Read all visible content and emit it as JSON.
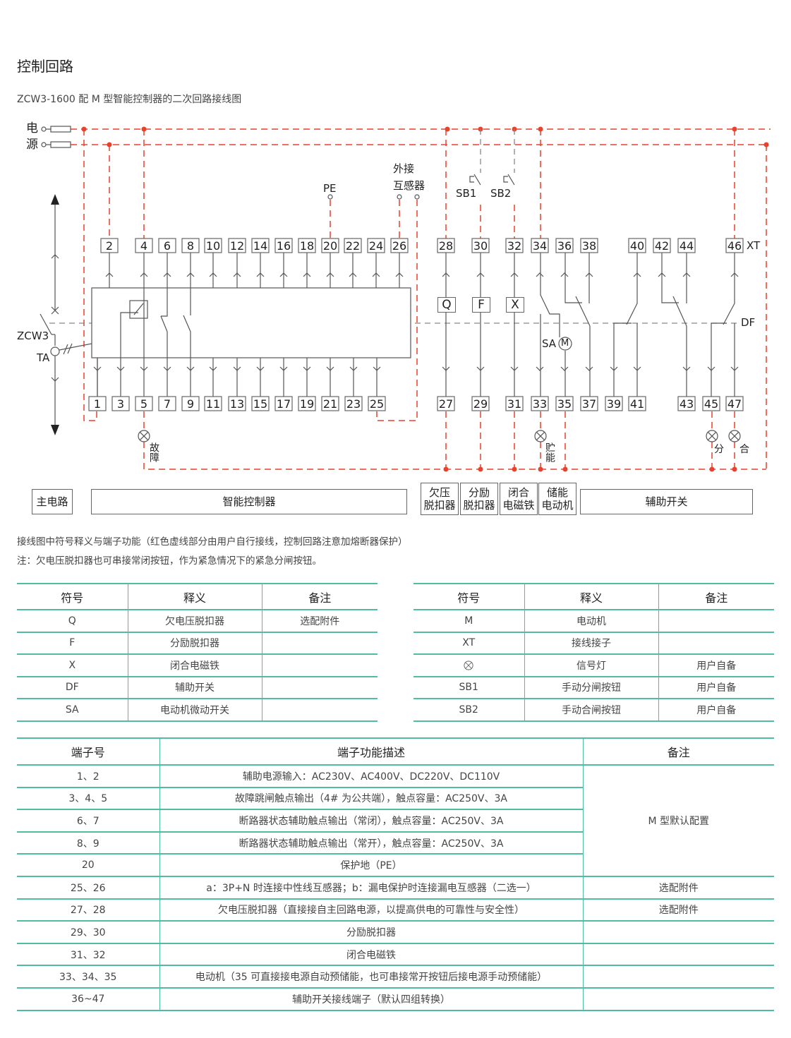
{
  "header": {
    "title": "控制回路",
    "subtitle": "ZCW3-1600 配 M 型智能控制器的二次回路接线图"
  },
  "diagram": {
    "power_label_1": "电",
    "power_label_2": "源",
    "external_ct_label_1": "外接",
    "external_ct_label_2": "互感器",
    "pe_label": "PE",
    "sb1_label": "SB1",
    "sb2_label": "SB2",
    "q_label": "Q",
    "f_label": "F",
    "x_label": "X",
    "sa_label": "SA",
    "m_label": "M",
    "zcw3_label": "ZCW3",
    "ta_label": "TA",
    "df_label": "DF",
    "xt_label": "XT",
    "fault_lamp_label": "故障",
    "storage_lamp_label": "贮能",
    "open_lamp_label": "分",
    "close_lamp_label": "合",
    "top_terminals": [
      "2",
      "4",
      "6",
      "8",
      "10",
      "12",
      "14",
      "16",
      "18",
      "20",
      "22",
      "24",
      "26",
      "28",
      "30",
      "32",
      "34",
      "36",
      "38",
      "40",
      "42",
      "44",
      "46"
    ],
    "bottom_terminals": [
      "1",
      "3",
      "5",
      "7",
      "9",
      "11",
      "13",
      "15",
      "17",
      "19",
      "21",
      "23",
      "25",
      "27",
      "29",
      "31",
      "33",
      "35",
      "37",
      "39",
      "41",
      "43",
      "45",
      "47"
    ],
    "sections": {
      "main_circuit": "主电路",
      "controller": "智能控制器",
      "undervoltage_1": "欠压",
      "undervoltage_2": "脱扣器",
      "shunt_1": "分励",
      "shunt_2": "脱扣器",
      "closing_1": "闭合",
      "closing_2": "电磁铁",
      "motor_1": "储能",
      "motor_2": "电动机",
      "aux_switch": "辅助开关"
    },
    "colors": {
      "user_wiring": "#e8412c",
      "wire": "#555555",
      "table_rule": "#52bba3"
    }
  },
  "notes": {
    "line1": "接线图中符号释义与端子功能（红色虚线部分由用户自行接线，控制回路注意加熔断器保护）",
    "line2": "注：欠电压脱扣器也可串接常闭按钮，作为紧急情况下的紧急分闸按钮。"
  },
  "symbol_table_left": {
    "headers": [
      "符号",
      "释义",
      "备注"
    ],
    "rows": [
      [
        "Q",
        "欠电压脱扣器",
        "选配附件"
      ],
      [
        "F",
        "分励脱扣器",
        ""
      ],
      [
        "X",
        "闭合电磁铁",
        ""
      ],
      [
        "DF",
        "辅助开关",
        ""
      ],
      [
        "SA",
        "电动机微动开关",
        ""
      ]
    ]
  },
  "symbol_table_right": {
    "headers": [
      "符号",
      "释义",
      "备注"
    ],
    "rows": [
      [
        "M",
        "电动机",
        ""
      ],
      [
        "XT",
        "接线接子",
        ""
      ],
      [
        "lamp-icon",
        "信号灯",
        "用户自备"
      ],
      [
        "SB1",
        "手动分闸按钮",
        "用户自备"
      ],
      [
        "SB2",
        "手动合闸按钮",
        "用户自备"
      ]
    ]
  },
  "terminal_table": {
    "headers": [
      "端子号",
      "端子功能描述",
      "备注"
    ],
    "rows": [
      [
        "1、2",
        "辅助电源输入：AC230V、AC400V、DC220V、DC110V"
      ],
      [
        "3、4、5",
        "故障跳闸触点输出（4# 为公共端），触点容量：AC250V、3A"
      ],
      [
        "6、7",
        "断路器状态辅助触点输出（常闭），触点容量：AC250V、3A"
      ],
      [
        "8、9",
        "断路器状态辅助触点输出（常开），触点容量：AC250V、3A"
      ],
      [
        "20",
        "保护地（PE）"
      ],
      [
        "25、26",
        "a：3P+N 时连接中性线互感器；b：漏电保护时连接漏电互感器（二选一）",
        "选配附件"
      ],
      [
        "27、28",
        "欠电压脱扣器（直接接自主回路电源，以提高供电的可靠性与安全性）",
        "选配附件"
      ],
      [
        "29、30",
        "分励脱扣器",
        ""
      ],
      [
        "31、32",
        "闭合电磁铁",
        ""
      ],
      [
        "33、34、35",
        "电动机（35 可直接接电源自动预储能，也可串接常开按钮后接电源手动预储能）",
        ""
      ],
      [
        "36~47",
        "辅助开关接线端子（默认四组转换）",
        ""
      ]
    ],
    "merged_remark": "M 型默认配置"
  }
}
